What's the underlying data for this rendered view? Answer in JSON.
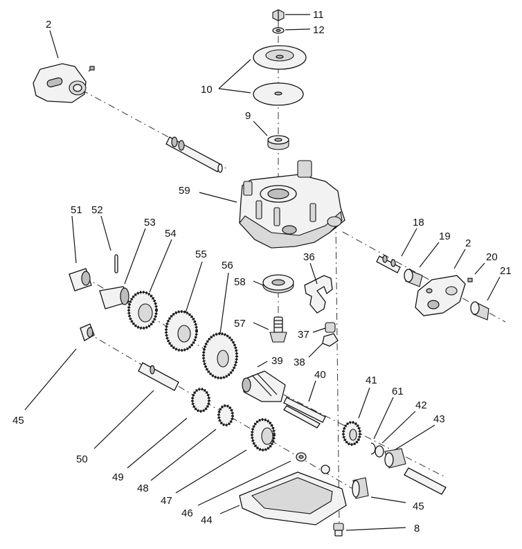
{
  "labels": {
    "l2a": "2",
    "l11": "11",
    "l12": "12",
    "l10": "10",
    "l9": "9",
    "l59": "59",
    "l51": "51",
    "l52": "52",
    "l53": "53",
    "l54": "54",
    "l55": "55",
    "l56": "56",
    "l58": "58",
    "l36": "36",
    "l18": "18",
    "l19": "19",
    "l2b": "2",
    "l20": "20",
    "l21": "21",
    "l57": "57",
    "l37": "37",
    "l38": "38",
    "l39": "39",
    "l40": "40",
    "l41": "41",
    "l61": "61",
    "l42": "42",
    "l43": "43",
    "l45a": "45",
    "l50": "50",
    "l49": "49",
    "l48": "48",
    "l47": "47",
    "l46": "46",
    "l44": "44",
    "l45b": "45",
    "l8": "8"
  }
}
